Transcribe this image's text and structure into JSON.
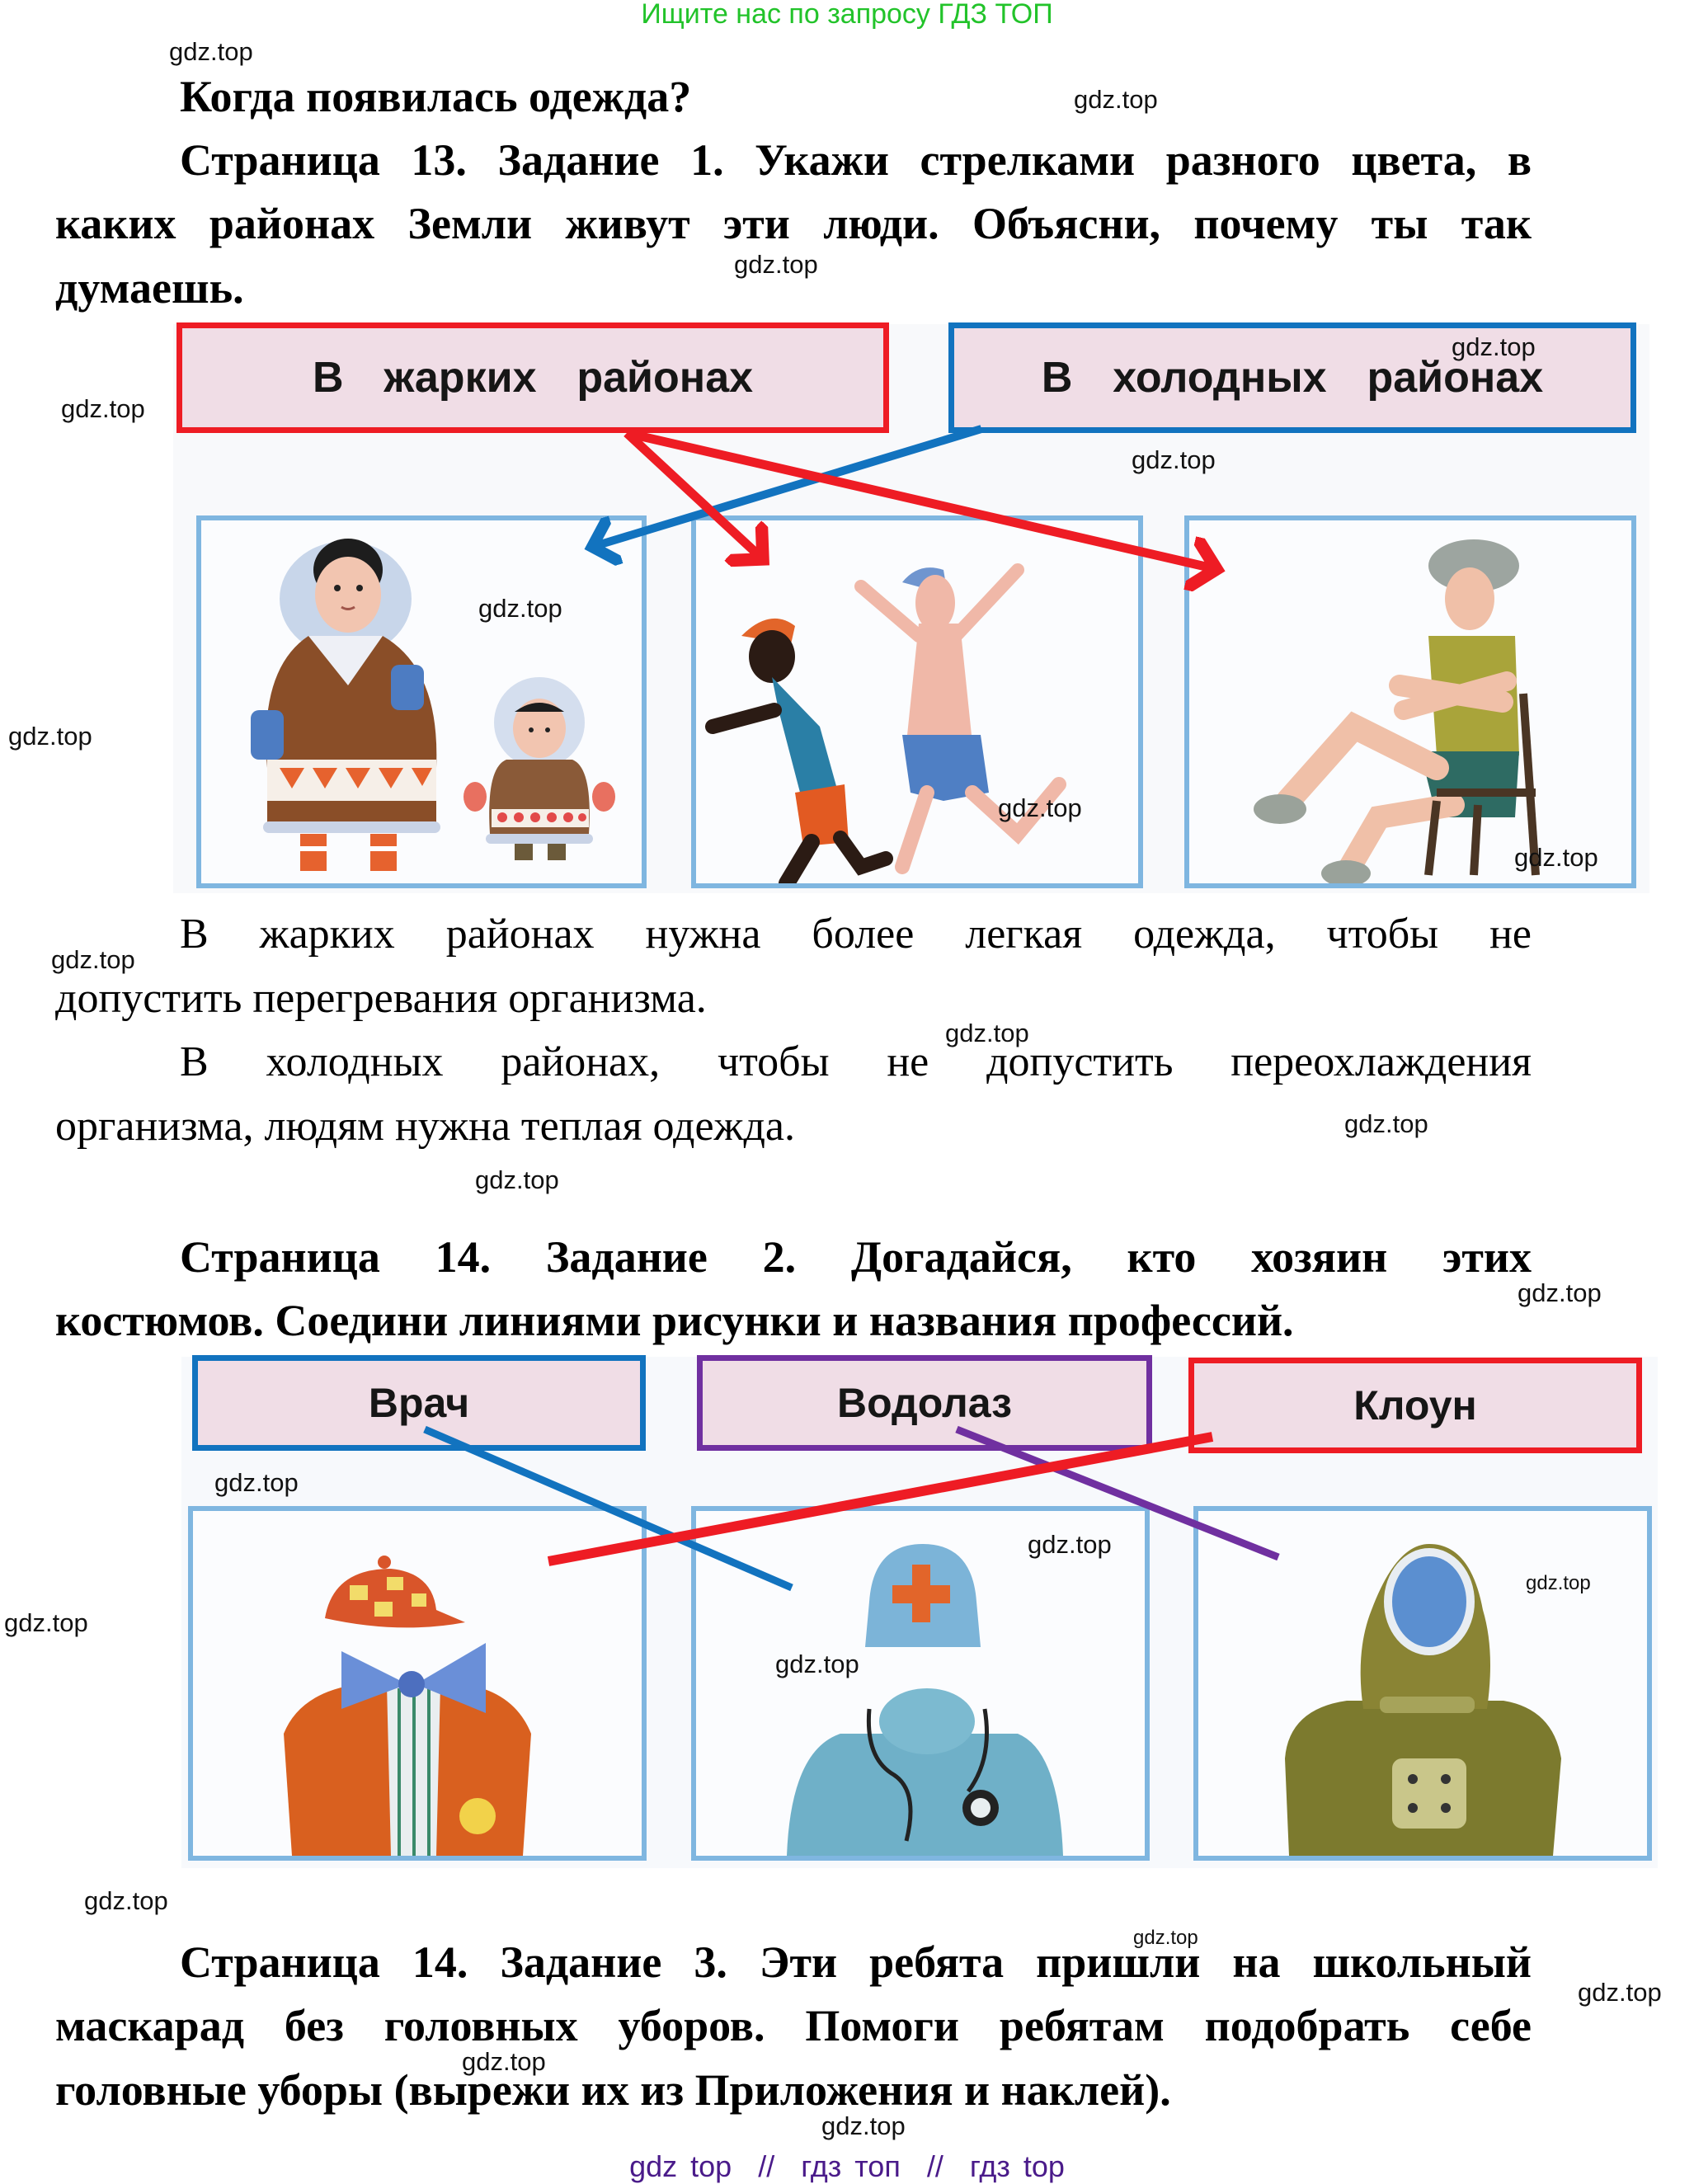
{
  "promo_banner": "Ищите нас по запросу ГДЗ ТОП",
  "title": "Когда появилась одежда?",
  "task1": {
    "heading_lines": [
      "Страница 13. Задание 1. Укажи стрелками разного цвета, в",
      "каких районах Земли живут эти люди. Объясни, почему ты так",
      "думаешь."
    ],
    "labels": {
      "hot": "В  жарких  районах",
      "cold": "В  холодных  районах"
    },
    "label_colors": {
      "hot": "#ee1c24",
      "cold": "#1273bf"
    },
    "pictures": [
      {
        "name": "northern-people-in-fur-clothing",
        "region": "cold"
      },
      {
        "name": "boys-running-in-shorts",
        "region": "hot"
      },
      {
        "name": "man-sitting-in-tank-top",
        "region": "hot"
      }
    ],
    "answer_lines": [
      "В жарких районах нужна более легкая одежда, чтобы не",
      "допустить перегревания организма.",
      "В холодных районах, чтобы не допустить переохлаждения",
      "организма, людям нужна теплая одежда."
    ]
  },
  "task2": {
    "heading_lines": [
      "Страница 14. Задание 2. Догадайся, кто хозяин этих",
      "костюмов. Соедини линиями рисунки и названия профессий."
    ],
    "professions": [
      {
        "label": "Врач",
        "color": "#1273bf"
      },
      {
        "label": "Водолаз",
        "color": "#7030a0"
      },
      {
        "label": "Клоун",
        "color": "#ee1c24"
      }
    ],
    "costumes": [
      {
        "name": "clown-costume",
        "matched": "Клоун"
      },
      {
        "name": "doctor-costume",
        "matched": "Врач"
      },
      {
        "name": "diver-suit",
        "matched": "Водолаз"
      }
    ]
  },
  "task3": {
    "heading_lines": [
      "Страница 14. Задание 3. Эти ребята пришли на школьный",
      "маскарад без головных уборов. Помоги ребятам подобрать себе",
      "головные уборы (вырежи их из Приложения и наклей)."
    ]
  },
  "watermark_text": "gdz.top",
  "footer": "gdz top  //  гдз топ  //  гдз top"
}
